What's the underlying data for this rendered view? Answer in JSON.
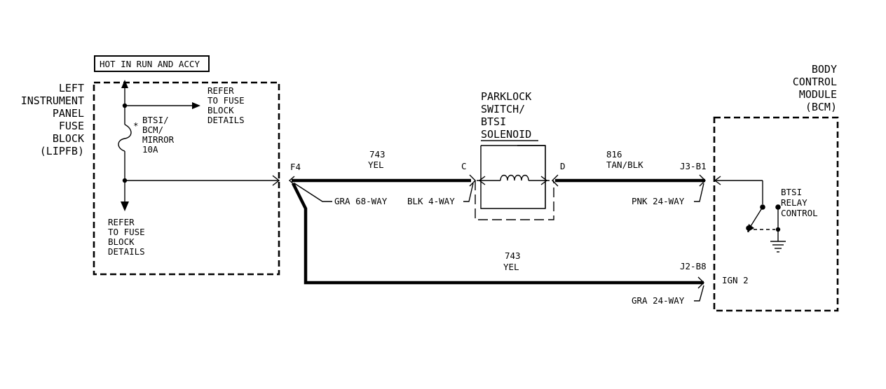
{
  "power_label": "HOT IN RUN AND ACCY",
  "fuse_block": {
    "lines": [
      "LEFT",
      "INSTRUMENT",
      "PANEL",
      "FUSE",
      "BLOCK",
      "(LIPFB)"
    ],
    "refer_top": [
      "REFER",
      "TO FUSE",
      "BLOCK",
      "DETAILS"
    ],
    "refer_bottom": [
      "REFER",
      "TO FUSE",
      "BLOCK",
      "DETAILS"
    ],
    "fuse_mark": "*",
    "fuse_label": [
      "BTSI/",
      "BCM/",
      "MIRROR",
      "10A"
    ],
    "terminal": "F4"
  },
  "connectors": {
    "gra68": "GRA 68-WAY",
    "blk4": "BLK 4-WAY",
    "pnk24": "PNK 24-WAY",
    "gra24": "GRA 24-WAY"
  },
  "wire_upper_left": {
    "circuit": "743",
    "color": "YEL"
  },
  "wire_upper_right": {
    "circuit": "816",
    "color": "TAN/BLK"
  },
  "wire_lower": {
    "circuit": "743",
    "color": "YEL"
  },
  "switch": {
    "lines": [
      "PARKLOCK",
      "SWITCH/",
      "BTSI",
      "SOLENOID"
    ],
    "pin_in": "C",
    "pin_out": "D"
  },
  "bcm": {
    "lines": [
      "BODY",
      "CONTROL",
      "MODULE",
      "(BCM)"
    ],
    "pin_j3": "J3-B1",
    "pin_j2": "J2-B8",
    "relay_label": [
      "BTSI",
      "RELAY",
      "CONTROL"
    ],
    "ign_label": "IGN 2"
  }
}
